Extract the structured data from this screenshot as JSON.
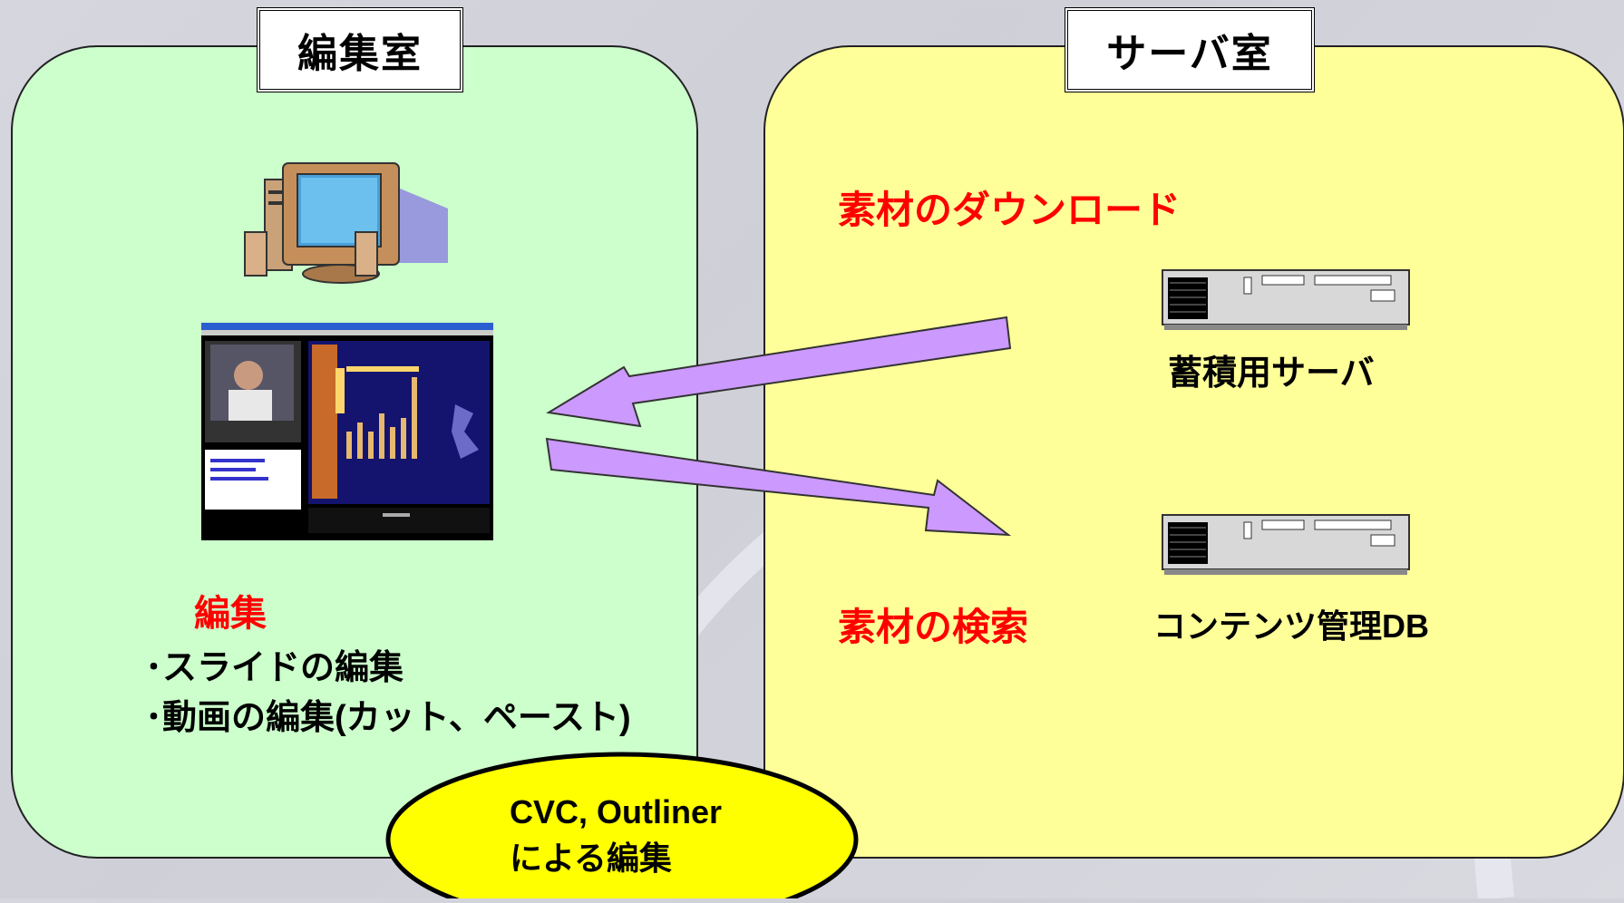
{
  "rooms": {
    "left_title": "編集室",
    "right_title": "サーバ室"
  },
  "right": {
    "download_label": "素材のダウンロード",
    "search_label": "素材の検索",
    "server1_label": "蓄積用サーバ",
    "server2_label": "コンテンツ管理DB"
  },
  "left": {
    "edit_label": "編集",
    "bullets": [
      "･スライドの編集",
      "･動画の編集(カット、ペースト)"
    ]
  },
  "callout": {
    "line1": "CVC, Outliner",
    "line2": "による編集"
  },
  "colors": {
    "left_panel": "#ccffcc",
    "right_panel": "#ffff99",
    "arrow": "#cc99ff",
    "callout_fill": "#ffff00",
    "accent_text": "#ff0000"
  },
  "icons": [
    "computer-icon",
    "screenshot-image",
    "server-icon",
    "arrow-left",
    "arrow-right"
  ]
}
